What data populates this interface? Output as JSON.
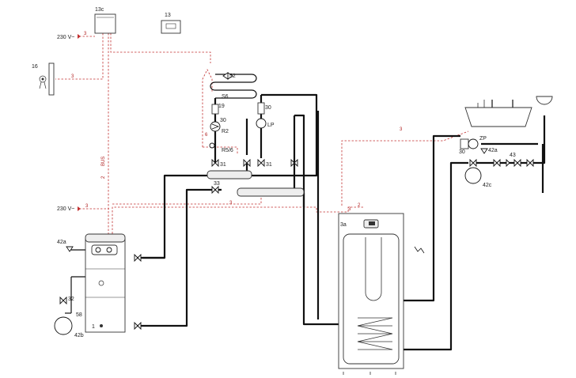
{
  "labels": {
    "room_controller": "13c",
    "thermostat": "13",
    "supply_top": "230 V~",
    "supply_top_code": "3",
    "outdoor_sensor": "16",
    "outdoor_sensor_code": "3",
    "supply_bottom": "230 V~",
    "supply_bottom_code": "3",
    "bus": "BUS",
    "bus_code": "2",
    "code_6": "6",
    "code_3_mid": "3",
    "code_3_tank": "3",
    "code_2_tank": "2",
    "code_3_top": "3",
    "air_vent": "52",
    "sensor_s6": "S6",
    "label_19": "19",
    "label_30_left": "30",
    "pump_r2": "R2",
    "label_r56": "R5/6",
    "label_31_left": "31",
    "label_31_right": "31",
    "label_33": "33",
    "label_30_lp": "30",
    "pump_lp": "LP",
    "tank": "3a",
    "pump_zp": "ZP",
    "label_30_zp": "30",
    "valve_42a_right": "42a",
    "label_43": "43",
    "vessel_42c": "42c",
    "valve_42a_left": "42a",
    "label_32": "32",
    "label_58": "58",
    "vessel_42b": "42b",
    "boiler_1": "1"
  },
  "colors": {
    "water_pipe": "#111111",
    "electrical_line": "#c23030"
  },
  "icons": [
    "antenna-icon",
    "pump-icon",
    "valve-icon",
    "expansion-vessel-icon",
    "bathtub-icon",
    "sink-icon",
    "tap-icon"
  ]
}
